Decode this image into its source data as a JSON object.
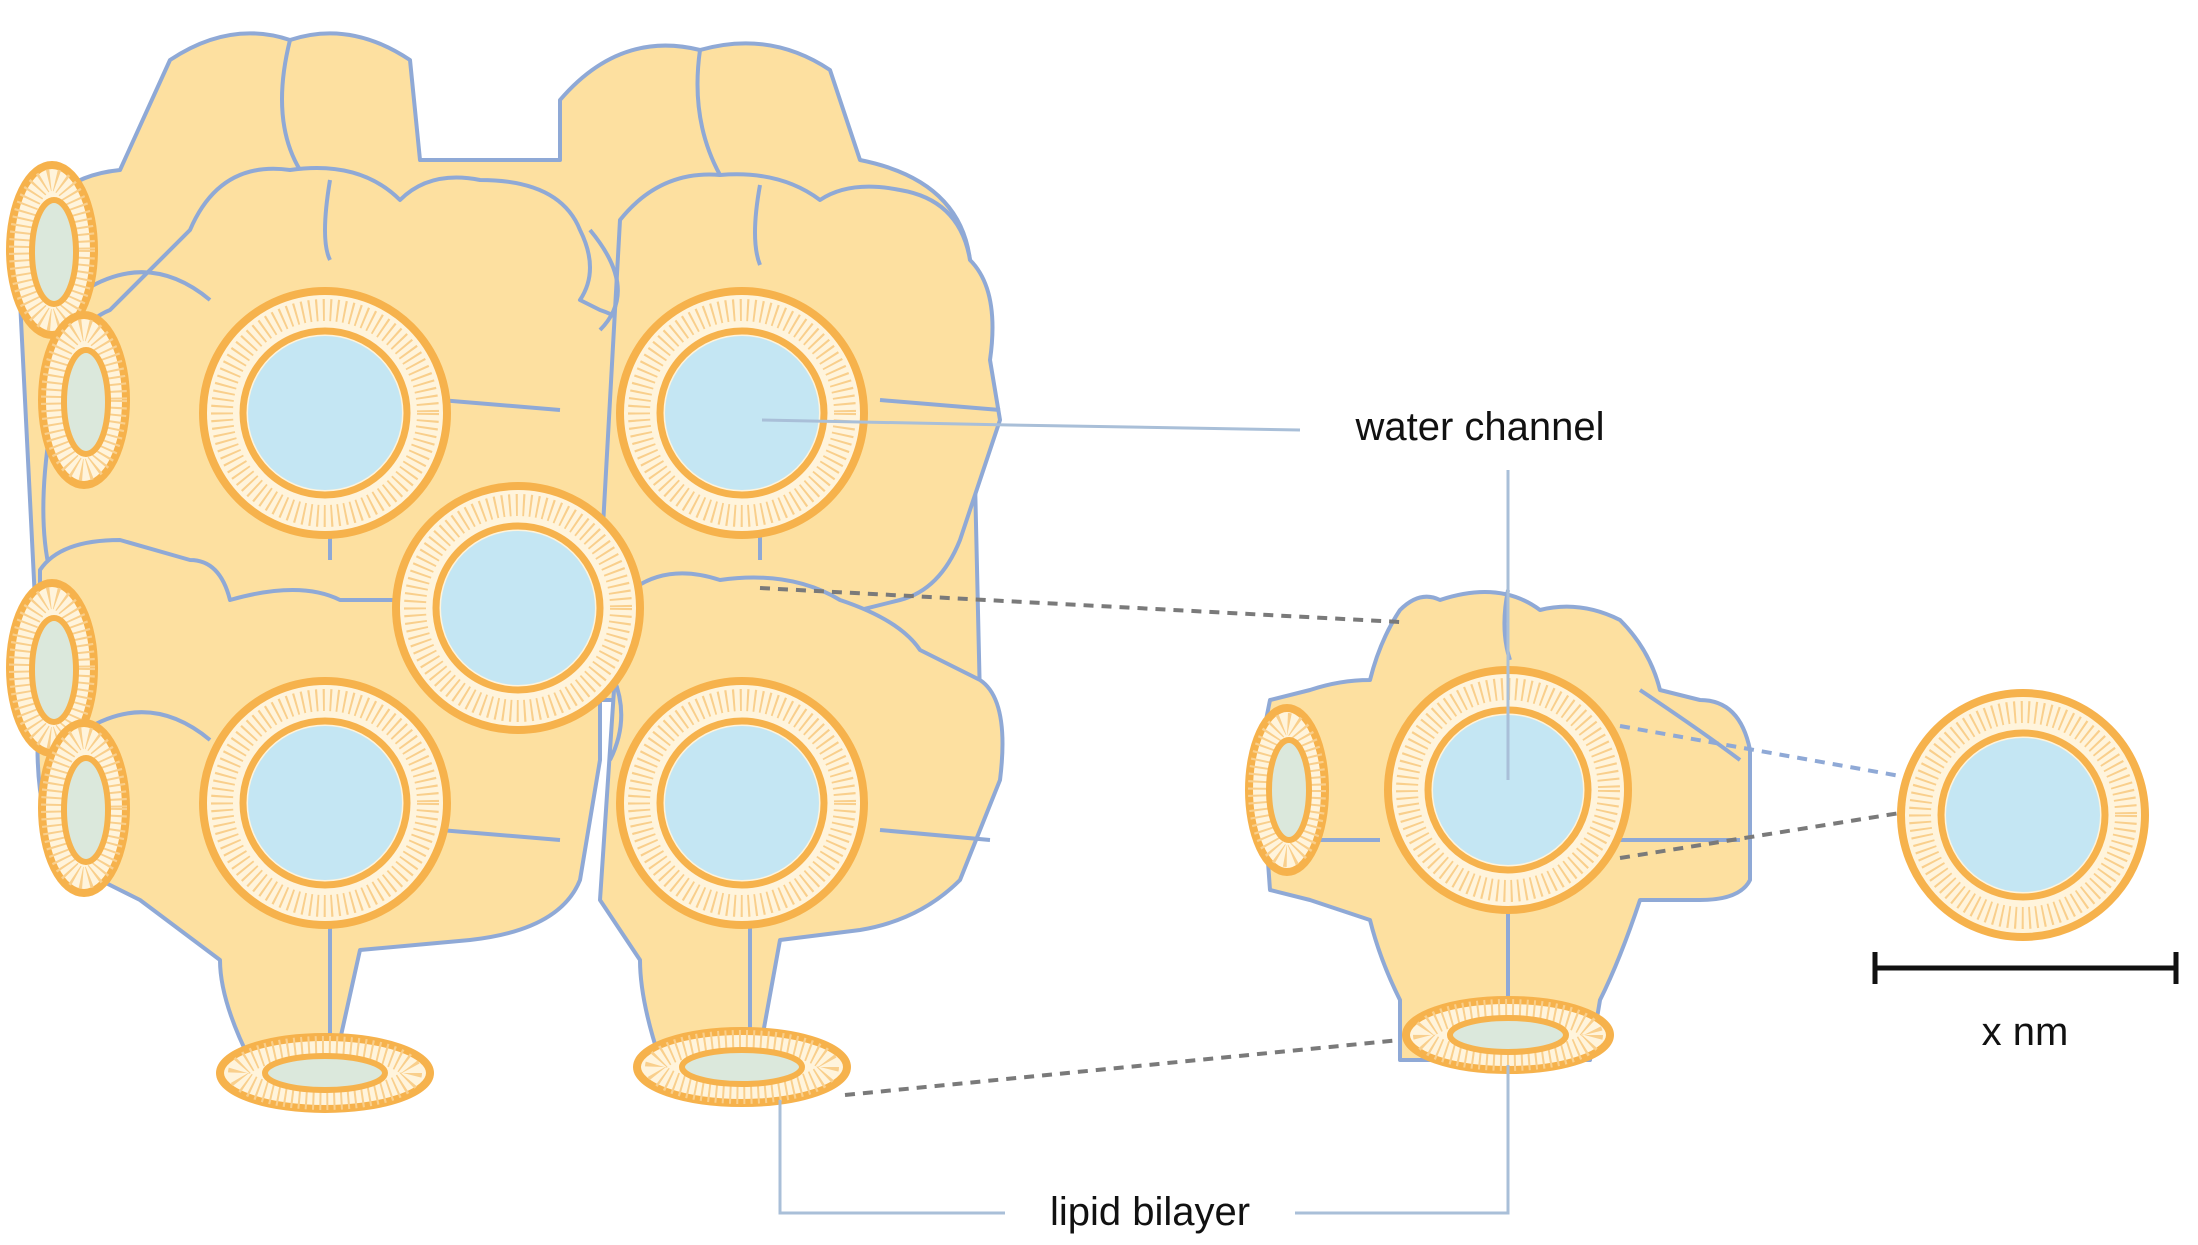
{
  "labels": {
    "water_channel": "water channel",
    "lipid_bilayer": "lipid bilayer",
    "scale": "x nm"
  },
  "colors": {
    "lipid_body": "#fde0a0",
    "outline": "#8fa9d6",
    "headgroup": "#f6b24c",
    "water": "#c4e6f3",
    "callout_line": "#a9bfd8"
  }
}
